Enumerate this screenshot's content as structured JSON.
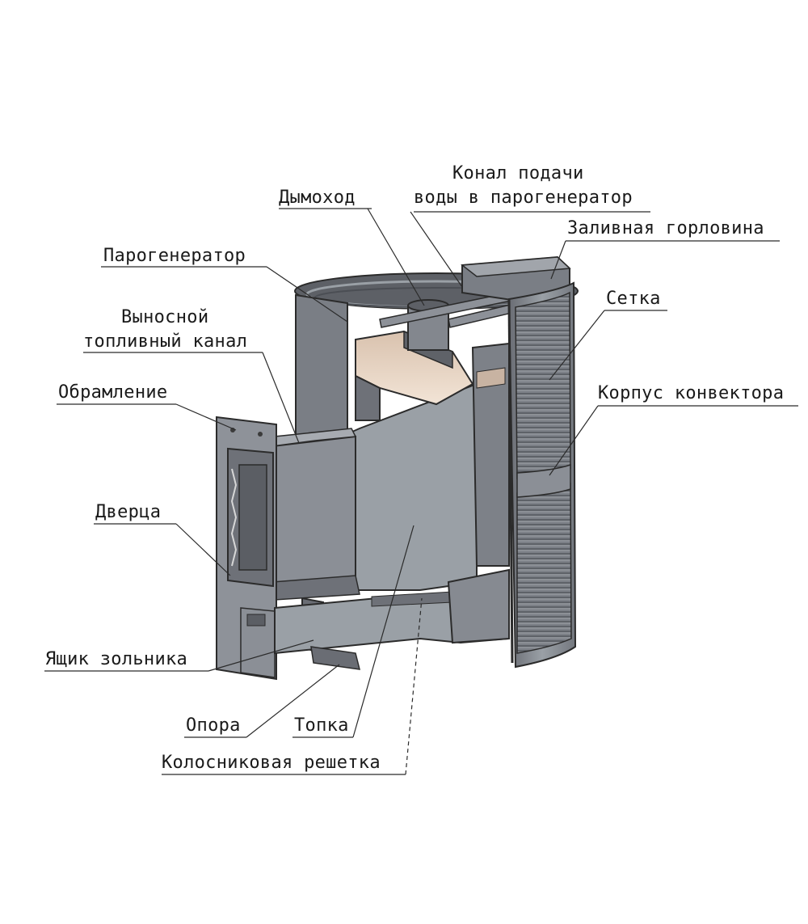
{
  "colors": {
    "metal_dark": "#6e7178",
    "metal_mid": "#8b8f96",
    "metal_light": "#a9adb3",
    "edge": "#2b2b2b",
    "flame": "#e6d2c0",
    "text": "#1a1a1a"
  },
  "labels": {
    "kanal_line1": "Конал подачи",
    "kanal_line2": "воды в парогенератор",
    "dymohod": "Дымоход",
    "zalivnaya": "Заливная горловина",
    "parogenerator": "Парогенератор",
    "setka": "Сетка",
    "vynosnoy_line1": "Выносной",
    "vynosnoy_line2": "топливный канал",
    "korpus": "Корпус конвектора",
    "obramlenie": "Обрамление",
    "dverca": "Дверца",
    "yashik": "Ящик зольника",
    "opora": "Опора",
    "topka": "Топка",
    "kolosnik": "Колосниковая решетка"
  }
}
